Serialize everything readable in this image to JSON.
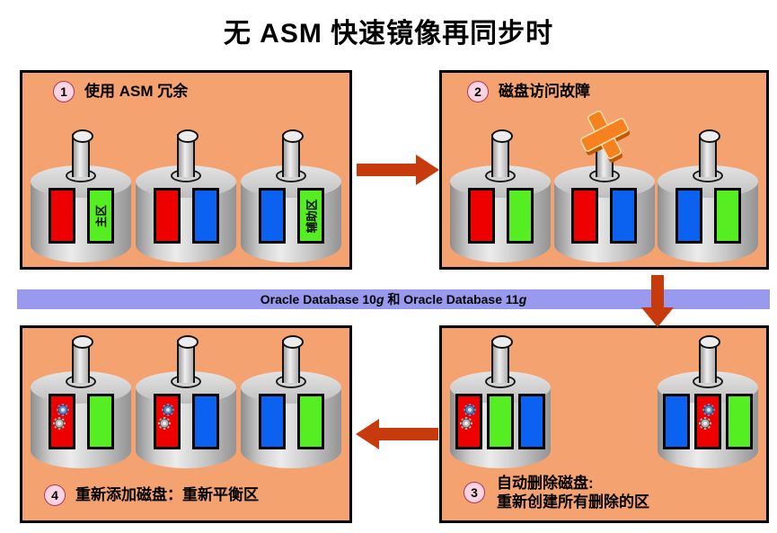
{
  "title": "无 ASM 快速镜像再同步时",
  "bar": {
    "segments": [
      {
        "text": "Oracle Database 10"
      },
      {
        "text": "g",
        "italic": true
      },
      {
        "text": " 和 Oracle Database 11"
      },
      {
        "text": "g",
        "italic": true
      }
    ]
  },
  "icons": {
    "disk_failure": "orange-x-mark",
    "extent_recreate": "gears",
    "arrows": [
      "right-arrow",
      "down-arrow",
      "left-arrow"
    ]
  },
  "colors": {
    "panel_bg": "#f5a271",
    "panel_border": "#000000",
    "bar_bg": "#9999ee",
    "arrow": "#c63a0c",
    "extent_red": "#ee0000",
    "extent_green": "#55ee22",
    "extent_blue": "#0b62f0",
    "badge_bg": "#fcd3e2",
    "badge_border": "#a93a52",
    "fail_x_fill": "#f5821f",
    "fail_x_shadow": "#c05a00",
    "gear_blue": "#5b8fd0",
    "gear_gray": "#b3b3b3"
  },
  "panels": [
    {
      "step": "1",
      "caption": [
        "使用 ASM 冗余"
      ],
      "caption_position": "top",
      "disks": [
        {
          "extents": [
            {
              "color": "red"
            },
            {
              "color": "green",
              "label": "主区"
            }
          ]
        },
        {
          "extents": [
            {
              "color": "red"
            },
            {
              "color": "blue"
            }
          ]
        },
        {
          "extents": [
            {
              "color": "blue"
            },
            {
              "color": "green",
              "label": "辅助区"
            }
          ]
        }
      ]
    },
    {
      "step": "2",
      "caption": [
        "磁盘访问故障"
      ],
      "caption_position": "top",
      "disks": [
        {
          "extents": [
            {
              "color": "red"
            },
            {
              "color": "green"
            }
          ]
        },
        {
          "extents": [
            {
              "color": "red"
            },
            {
              "color": "blue"
            }
          ],
          "failed": true
        },
        {
          "extents": [
            {
              "color": "blue"
            },
            {
              "color": "green"
            }
          ]
        }
      ]
    },
    {
      "step": "3",
      "caption": [
        "自动删除磁盘:",
        "重新创建所有删除的区"
      ],
      "caption_position": "bottom",
      "disks": [
        {
          "extents": [
            {
              "color": "red",
              "gears": true
            },
            {
              "color": "green"
            },
            {
              "color": "blue"
            }
          ]
        },
        {
          "extents": [
            {
              "color": "blue"
            },
            {
              "color": "red",
              "gears": true
            },
            {
              "color": "green"
            }
          ]
        }
      ]
    },
    {
      "step": "4",
      "caption": [
        "重新添加磁盘：重新平衡区"
      ],
      "caption_position": "bottom",
      "disks": [
        {
          "extents": [
            {
              "color": "red",
              "gears": true
            },
            {
              "color": "green"
            }
          ]
        },
        {
          "extents": [
            {
              "color": "red",
              "gears": true
            },
            {
              "color": "blue"
            }
          ]
        },
        {
          "extents": [
            {
              "color": "blue"
            },
            {
              "color": "green"
            }
          ]
        }
      ]
    }
  ]
}
